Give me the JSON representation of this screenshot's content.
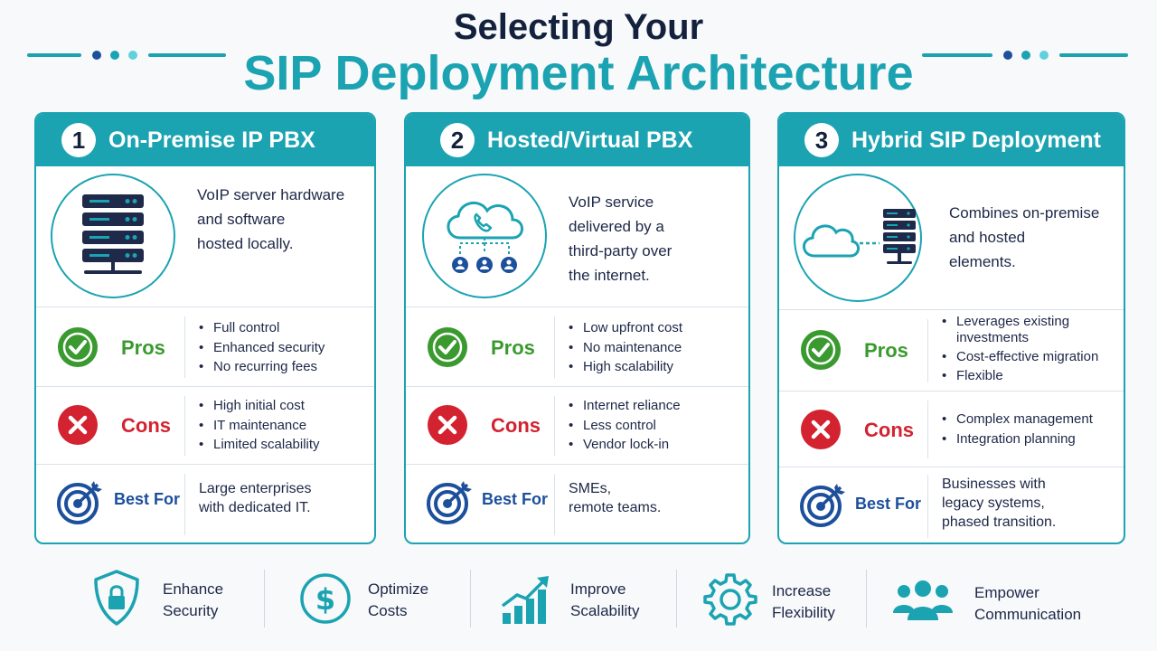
{
  "header": {
    "title_line1": "Selecting Your",
    "title_line2": "SIP Deployment Architecture"
  },
  "colors": {
    "teal": "#1ba3b2",
    "navy": "#14213d",
    "pros_green": "#3a9a2f",
    "cons_red": "#d32230",
    "best_blue": "#1c4f9c"
  },
  "cards": [
    {
      "number": "1",
      "title": "On-Premise IP PBX",
      "icon": "server-rack-icon",
      "description": [
        "VoIP server hardware",
        "and software",
        "hosted locally."
      ],
      "pros_label": "Pros",
      "pros": [
        "Full control",
        "Enhanced security",
        "No recurring fees"
      ],
      "cons_label": "Cons",
      "cons": [
        "High initial cost",
        "IT maintenance",
        "Limited scalability"
      ],
      "best_label": "Best For",
      "best_for": [
        "Large enterprises",
        "with dedicated IT."
      ]
    },
    {
      "number": "2",
      "title": "Hosted/Virtual PBX",
      "icon": "cloud-phone-icon",
      "description": [
        "VoIP service",
        "delivered by a",
        "third-party over",
        "the internet."
      ],
      "pros_label": "Pros",
      "pros": [
        "Low upfront cost",
        "No maintenance",
        "High scalability"
      ],
      "cons_label": "Cons",
      "cons": [
        "Internet reliance",
        "Less control",
        "Vendor lock-in"
      ],
      "best_label": "Best For",
      "best_for": [
        "SMEs,",
        "remote teams."
      ]
    },
    {
      "number": "3",
      "title": "Hybrid SIP Deployment",
      "icon": "cloud-server-icon",
      "description": [
        "Combines on-premise",
        "and hosted",
        "elements."
      ],
      "pros_label": "Pros",
      "pros": [
        "Leverages existing investments",
        "Cost-effective migration",
        "Flexible"
      ],
      "cons_label": "Cons",
      "cons": [
        "Complex management",
        "Integration planning"
      ],
      "best_label": "Best For",
      "best_for": [
        "Businesses with",
        "legacy systems,",
        "phased transition."
      ]
    }
  ],
  "footer": [
    {
      "icon": "shield-lock-icon",
      "line1": "Enhance",
      "line2": "Security"
    },
    {
      "icon": "dollar-icon",
      "line1": "Optimize",
      "line2": "Costs"
    },
    {
      "icon": "growth-chart-icon",
      "line1": "Improve",
      "line2": "Scalability"
    },
    {
      "icon": "gear-icon",
      "line1": "Increase",
      "line2": "Flexibility"
    },
    {
      "icon": "people-icon",
      "line1": "Empower",
      "line2": "Communication"
    }
  ]
}
